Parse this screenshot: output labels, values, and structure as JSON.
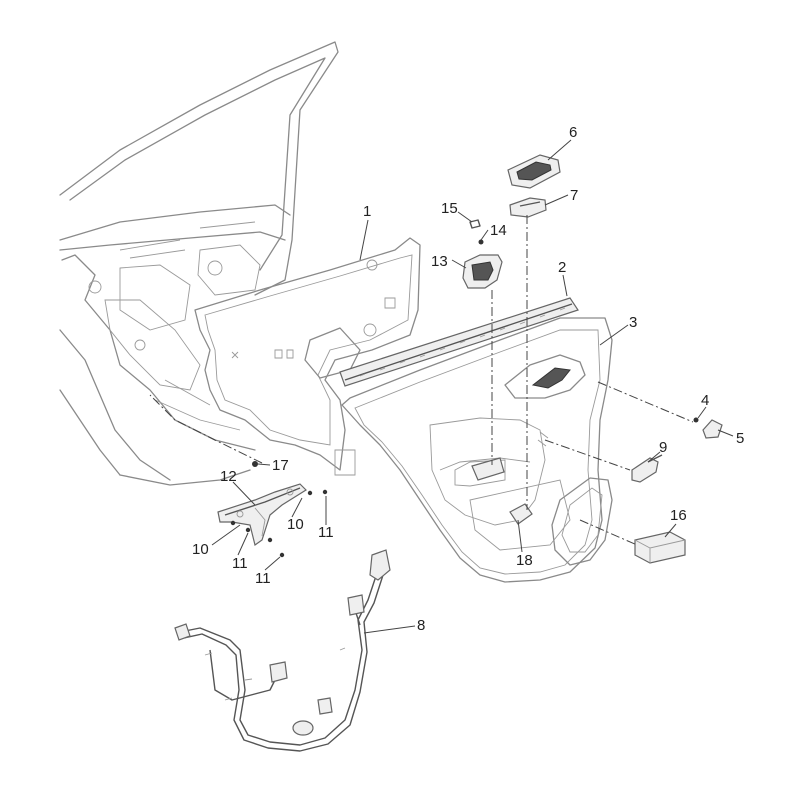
{
  "callouts": [
    {
      "id": "c1",
      "text": "1"
    },
    {
      "id": "c2",
      "text": "2"
    },
    {
      "id": "c3",
      "text": "3"
    },
    {
      "id": "c4",
      "text": "4"
    },
    {
      "id": "c5",
      "text": "5"
    },
    {
      "id": "c6",
      "text": "6"
    },
    {
      "id": "c7",
      "text": "7"
    },
    {
      "id": "c8",
      "text": "8"
    },
    {
      "id": "c9",
      "text": "9"
    },
    {
      "id": "c10a",
      "text": "10"
    },
    {
      "id": "c10b",
      "text": "10"
    },
    {
      "id": "c11a",
      "text": "11"
    },
    {
      "id": "c11b",
      "text": "11"
    },
    {
      "id": "c11c",
      "text": "11"
    },
    {
      "id": "c12",
      "text": "12"
    },
    {
      "id": "c13",
      "text": "13"
    },
    {
      "id": "c14",
      "text": "14"
    },
    {
      "id": "c15",
      "text": "15"
    },
    {
      "id": "c16",
      "text": "16"
    },
    {
      "id": "c17",
      "text": "17"
    },
    {
      "id": "c18",
      "text": "18"
    }
  ]
}
